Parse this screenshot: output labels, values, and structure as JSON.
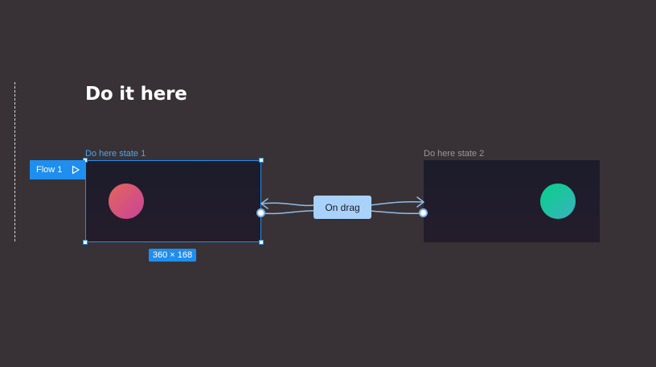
{
  "canvas": {
    "heading": "Do it here",
    "background_color": "#383236",
    "accent_color": "#1e8ef0"
  },
  "frames": [
    {
      "label": "Do here state 1",
      "selected": true,
      "circle_colors": [
        "#e5655a",
        "#c8449a"
      ]
    },
    {
      "label": "Do here state 2",
      "selected": false,
      "circle_colors": [
        "#06d088",
        "#3ab3c0"
      ]
    }
  ],
  "flow": {
    "label": "Flow 1",
    "icon": "play-icon"
  },
  "selection": {
    "size_label": "360 × 168"
  },
  "interaction": {
    "trigger_label": "On drag",
    "trigger_color": "#a9d2fb"
  }
}
